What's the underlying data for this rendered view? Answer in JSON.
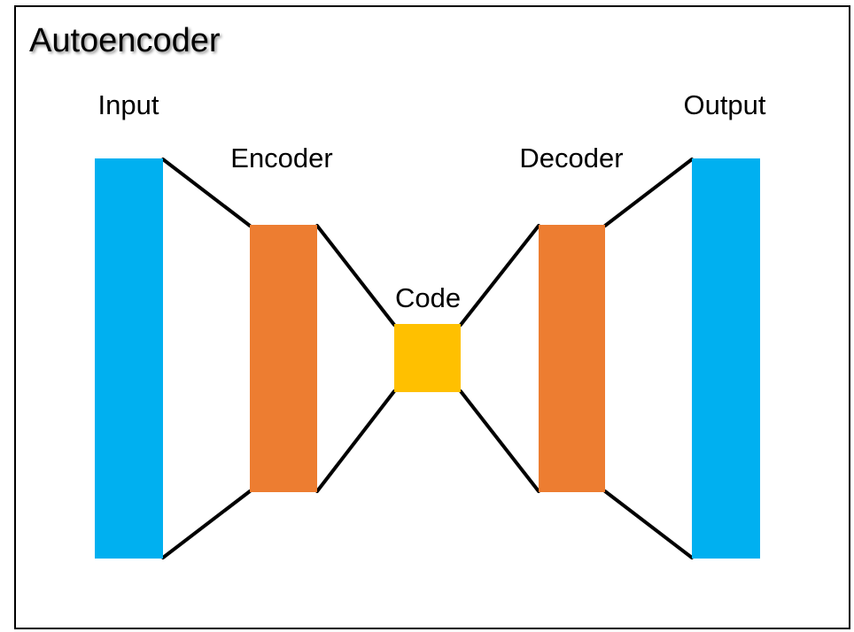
{
  "title": "Autoencoder",
  "labels": {
    "input": "Input",
    "encoder": "Encoder",
    "code": "Code",
    "decoder": "Decoder",
    "output": "Output"
  },
  "colors": {
    "input_output": "#00B0F0",
    "encoder_decoder": "#ED7D31",
    "code": "#FFC000",
    "lines": "#000000"
  }
}
